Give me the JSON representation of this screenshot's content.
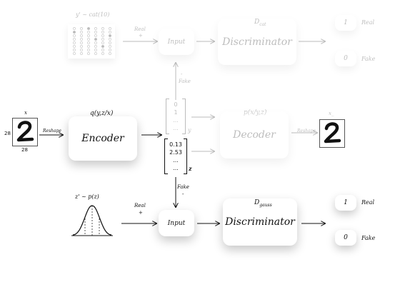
{
  "top": {
    "prior_label": "y' ~ cat(10)",
    "real_label": "Real",
    "plus": "+",
    "input_label": "Input",
    "discriminator_label": "Discriminator",
    "disc_sub": "D",
    "disc_sub_index": "cat",
    "out_real_value": "1",
    "out_real_label": "Real",
    "out_fake_value": "0",
    "out_fake_label": "Fake",
    "minus": "-",
    "fake_label": "Fake"
  },
  "middle": {
    "x_label": "x",
    "dim_left": "28",
    "dim_bottom": "28",
    "reshape_label": "Reshape",
    "encoder_caption": "q(y,z/x)",
    "encoder_label": "Encoder",
    "y_vector": [
      "0",
      "1",
      "...",
      "..."
    ],
    "y_label": "y",
    "z_vector": [
      "0.13",
      "2.53",
      "...",
      "..."
    ],
    "z_label": "z",
    "decoder_caption": "p(x/y,z)",
    "decoder_label": "Decoder",
    "reshape_out_label": "Reshape",
    "x_recon_label": "x_"
  },
  "bottom": {
    "fake_label": "Fake",
    "minus": "-",
    "prior_label": "z' ~ p(z)",
    "real_label": "Real",
    "plus": "+",
    "input_label": "Input",
    "disc_sub": "D",
    "disc_sub_index": "gauss",
    "discriminator_label": "Discriminator",
    "out_real_value": "1",
    "out_real_label": "Real",
    "out_fake_value": "0",
    "out_fake_label": "Fake"
  },
  "colors": {
    "arrow": "#111111",
    "box_shadow": "rgba(0,0,0,0.22)"
  }
}
